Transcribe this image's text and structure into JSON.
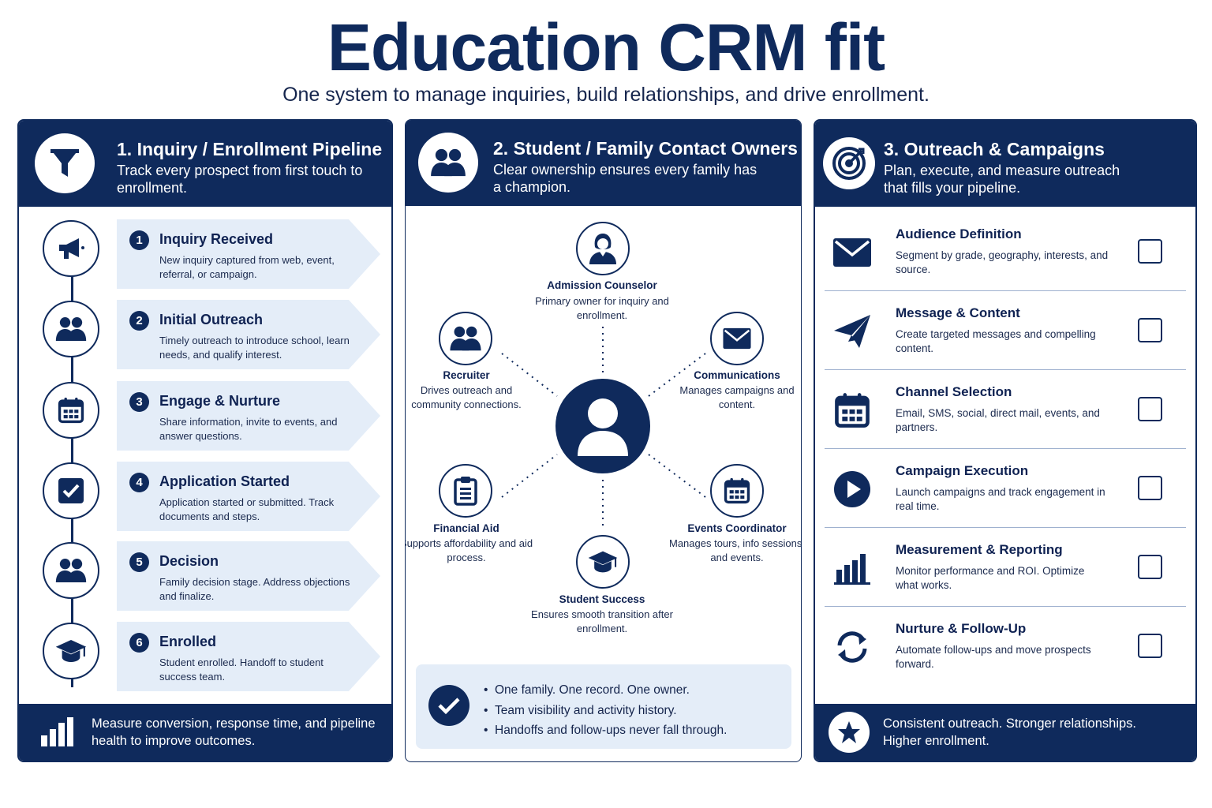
{
  "header": {
    "title": "Education CRM fit",
    "subtitle": "One system to manage inquiries, build relationships, and drive enrollment."
  },
  "colors": {
    "navy": "#0f2a5c",
    "light_blue": "#e4edf8",
    "white": "#ffffff"
  },
  "pipeline": {
    "title": "1. Inquiry / Enrollment Pipeline",
    "desc": "Track every prospect from first touch to enrollment.",
    "icon": "funnel-icon",
    "steps": [
      {
        "num": "1",
        "name": "Inquiry Received",
        "desc": "New inquiry captured from web, event, referral, or campaign.",
        "icon": "megaphone-icon"
      },
      {
        "num": "2",
        "name": "Initial Outreach",
        "desc": "Timely outreach to introduce school, learn needs, and qualify interest.",
        "icon": "people-icon"
      },
      {
        "num": "3",
        "name": "Engage & Nurture",
        "desc": "Share information, invite to events, and answer questions.",
        "icon": "calendar-icon"
      },
      {
        "num": "4",
        "name": "Application Started",
        "desc": "Application started or submitted. Track documents and steps.",
        "icon": "checkbox-icon"
      },
      {
        "num": "5",
        "name": "Decision",
        "desc": "Family decision stage. Address objections and finalize.",
        "icon": "people-icon"
      },
      {
        "num": "6",
        "name": "Enrolled",
        "desc": "Student enrolled. Handoff to student success team.",
        "icon": "graduation-cap-icon"
      }
    ],
    "footer": "Measure conversion, response time, and pipeline health to improve outcomes.",
    "footer_icon": "bar-chart-icon"
  },
  "owners": {
    "title": "2. Student / Family Contact Owners",
    "desc": "Clear ownership ensures every family has a champion.",
    "icon": "people-icon",
    "hub_icon": "person-icon",
    "roles": [
      {
        "name": "Admission Counselor",
        "desc": "Primary owner for inquiry and enrollment.",
        "icon": "counselor-icon"
      },
      {
        "name": "Recruiter",
        "desc": "Drives outreach and community connections.",
        "icon": "people-icon"
      },
      {
        "name": "Communications",
        "desc": "Manages campaigns and content.",
        "icon": "envelope-icon"
      },
      {
        "name": "Financial Aid",
        "desc": "Supports affordability and aid process.",
        "icon": "clipboard-icon"
      },
      {
        "name": "Events Coordinator",
        "desc": "Manages tours, info sessions, and events.",
        "icon": "calendar-icon"
      },
      {
        "name": "Student Success",
        "desc": "Ensures smooth transition after enrollment.",
        "icon": "graduation-cap-icon"
      }
    ],
    "bullets": [
      "One family. One record. One owner.",
      "Team visibility and activity history.",
      "Handoffs and follow-ups never fall through."
    ]
  },
  "outreach": {
    "title": "3. Outreach & Campaigns",
    "desc": "Plan, execute, and measure outreach that fills your pipeline.",
    "icon": "target-icon",
    "items": [
      {
        "name": "Audience Definition",
        "desc": "Segment by grade, geography, interests, and source.",
        "icon": "envelope-icon",
        "checked": false
      },
      {
        "name": "Message & Content",
        "desc": "Create targeted messages and compelling content.",
        "icon": "paper-plane-icon",
        "checked": false
      },
      {
        "name": "Channel Selection",
        "desc": "Email, SMS, social, direct mail, events, and partners.",
        "icon": "calendar-icon",
        "checked": false
      },
      {
        "name": "Campaign Execution",
        "desc": "Launch campaigns and track engagement in real time.",
        "icon": "play-icon",
        "checked": false
      },
      {
        "name": "Measurement & Reporting",
        "desc": "Monitor performance and ROI. Optimize what works.",
        "icon": "bar-chart-icon",
        "checked": false
      },
      {
        "name": "Nurture & Follow-Up",
        "desc": "Automate follow-ups and move prospects forward.",
        "icon": "refresh-icon",
        "checked": false
      }
    ],
    "footer": "Consistent outreach. Stronger relationships. Higher enrollment.",
    "footer_icon": "star-icon"
  }
}
